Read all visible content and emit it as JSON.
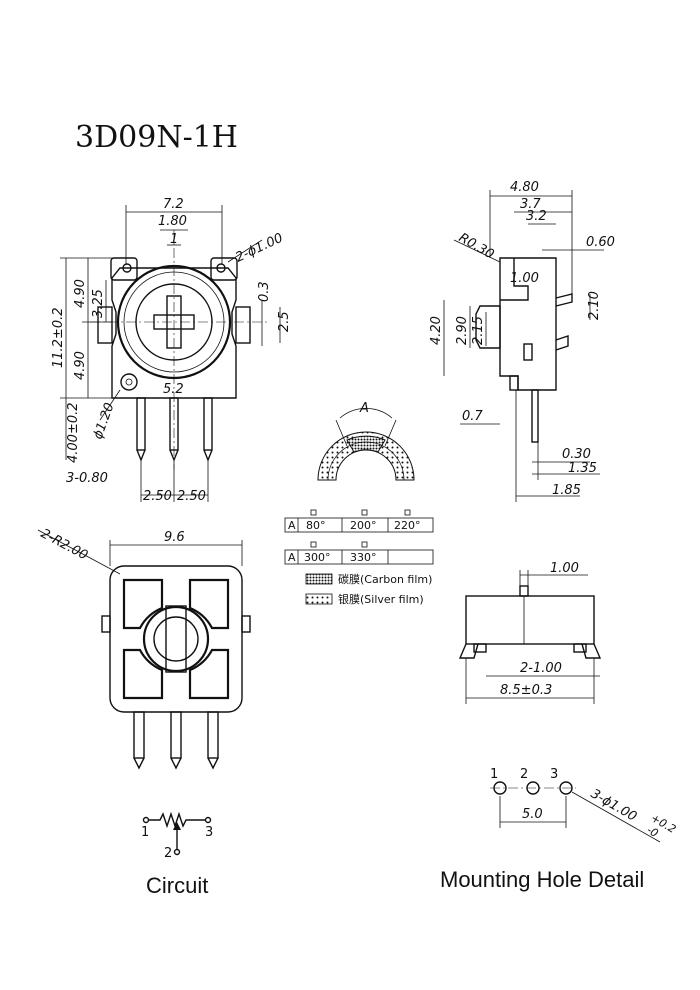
{
  "title": "3D09N-1H",
  "front_view": {
    "dims": {
      "width": "7.2",
      "slot": "1.80",
      "slot_inner": "1",
      "mount_holes": "2-ϕ1.00",
      "height_total": "11.2±0.2",
      "upper_half": "4.90",
      "lower_half": "4.90",
      "upper_mid": "3.25",
      "step_a": "0.3",
      "step_b": "2.5",
      "pin_span": "5.2",
      "hole_dia": "ϕ1.20",
      "pin_len": "4.00±0.2",
      "pin_w": "3-0.80",
      "pitch_1": "2.50",
      "pitch_2": "2.50"
    }
  },
  "side_view": {
    "dims": {
      "depth_total": "4.80",
      "depth_a": "3.7",
      "depth_b": "3.2",
      "radius": "R0.30",
      "tab": "0.60",
      "lip": "1.00",
      "tab_h": "2.10",
      "body_h": "4.20",
      "slot_h": "2.90",
      "slot_h2": "2.15",
      "gap": "0.7",
      "pin_t": "0.30",
      "pin_off": "1.35",
      "pin_base": "1.85"
    }
  },
  "angle_detail": {
    "angle_label": "A",
    "table_rows": [
      {
        "tag": "A",
        "values": [
          "80°",
          "200°",
          "220°"
        ]
      },
      {
        "tag": "A",
        "values": [
          "300°",
          "330°",
          ""
        ]
      }
    ],
    "legend": [
      {
        "label": "碳膜(Carbon film)"
      },
      {
        "label": "银膜(Silver film)"
      }
    ]
  },
  "rear_view": {
    "dims": {
      "radius": "2-R2.00",
      "width": "9.6"
    }
  },
  "bottom_view": {
    "dims": {
      "shaft": "1.00",
      "pad": "2-1.00",
      "length": "8.5±0.3"
    }
  },
  "circuit": {
    "caption": "Circuit",
    "pins": [
      "1",
      "2",
      "3"
    ]
  },
  "mounting": {
    "caption": "Mounting Hole Detail",
    "pins": [
      "1",
      "2",
      "3"
    ],
    "hole_spec": "3-ϕ1.00",
    "tol_plus": "+0.2",
    "tol_minus": "-0",
    "spacing": "5.0"
  }
}
